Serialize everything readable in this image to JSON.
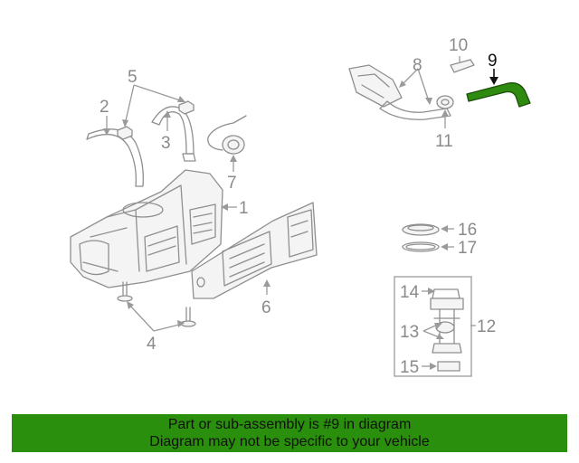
{
  "diagram": {
    "callouts": [
      {
        "id": "c1",
        "text": "1"
      },
      {
        "id": "c2",
        "text": "2"
      },
      {
        "id": "c3",
        "text": "3"
      },
      {
        "id": "c4",
        "text": "4"
      },
      {
        "id": "c5",
        "text": "5"
      },
      {
        "id": "c6",
        "text": "6"
      },
      {
        "id": "c7",
        "text": "7"
      },
      {
        "id": "c8",
        "text": "8"
      },
      {
        "id": "c9",
        "text": "9"
      },
      {
        "id": "c10",
        "text": "10"
      },
      {
        "id": "c11",
        "text": "11"
      },
      {
        "id": "c12",
        "text": "12"
      },
      {
        "id": "c13",
        "text": "13"
      },
      {
        "id": "c14",
        "text": "14"
      },
      {
        "id": "c15",
        "text": "15"
      },
      {
        "id": "c16",
        "text": "16"
      },
      {
        "id": "c17",
        "text": "17"
      }
    ],
    "highlighted_part": "9",
    "highlight_color": "#2e8b0f"
  },
  "footer": {
    "line1": "Part or sub-assembly is #9 in diagram",
    "line2": "Diagram may not be specific to your vehicle",
    "background": "#2a8f0c"
  }
}
